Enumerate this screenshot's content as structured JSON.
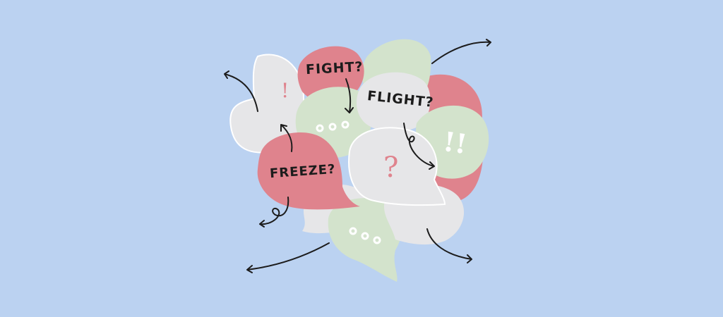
{
  "illustration": {
    "background_color": "#bbd2f1",
    "colors": {
      "pink": "#df838d",
      "green": "#d3e3cc",
      "grey": "#e6e6e8",
      "ink": "#1c1c1c",
      "white_outline": "#ffffff"
    },
    "labels": {
      "fight": "FIGHT?",
      "flight": "FLIGHT?",
      "freeze": "FREEZE?"
    },
    "marks": {
      "exclaim_single": "!",
      "exclaim_double": "!!",
      "question": "?",
      "dots_top": "ooo",
      "dots_bottom": "ooo"
    }
  }
}
